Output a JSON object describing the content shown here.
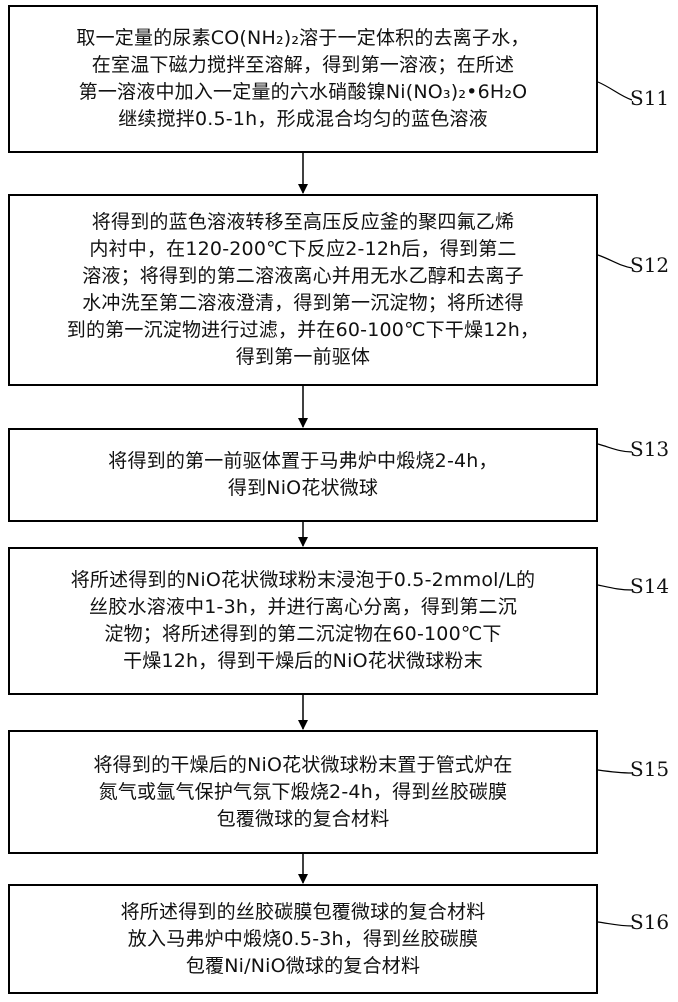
{
  "steps": [
    {
      "id": "S11",
      "lines": [
        "取一定量的尿素CO(NH₂)₂溶于一定体积的去离子水，",
        "在室温下磁力搅拌至溶解，得到第一溶液；在所述",
        "第一溶液中加入一定量的六水硝酸镍Ni(NO₃)₂•6H₂O",
        "继续搅拌0.5-1h，形成混合均匀的蓝色溶液"
      ]
    },
    {
      "id": "S12",
      "lines": [
        "将得到的蓝色溶液转移至高压反应釜的聚四氟乙烯",
        "内衬中，在120-200℃下反应2-12h后，得到第二",
        "溶液；将得到的第二溶液离心并用无水乙醇和去离子",
        "水冲洗至第二溶液澄清，得到第一沉淀物；将所述得",
        "到的第一沉淀物进行过滤，并在60-100℃下干燥12h，",
        "得到第一前驱体"
      ]
    },
    {
      "id": "S13",
      "lines": [
        "将得到的第一前驱体置于马弗炉中煅烧2-4h，",
        "得到NiO花状微球"
      ]
    },
    {
      "id": "S14",
      "lines": [
        "将所述得到的NiO花状微球粉末浸泡于0.5-2mmol/L的",
        "丝胶水溶液中1-3h，并进行离心分离，得到第二沉",
        "淀物；将所述得到的第二沉淀物在60-100℃下",
        "干燥12h，得到干燥后的NiO花状微球粉末"
      ]
    },
    {
      "id": "S15",
      "lines": [
        "将得到的干燥后的NiO花状微球粉末置于管式炉在",
        "氮气或氩气保护气氛下煅烧2-4h，得到丝胶碳膜",
        "包覆微球的复合材料"
      ]
    },
    {
      "id": "S16",
      "lines": [
        "将所述得到的丝胶碳膜包覆微球的复合材料",
        "放入马弗炉中煅烧0.5-3h，得到丝胶碳膜",
        "包覆Ni/NiO微球的复合材料"
      ]
    }
  ]
}
